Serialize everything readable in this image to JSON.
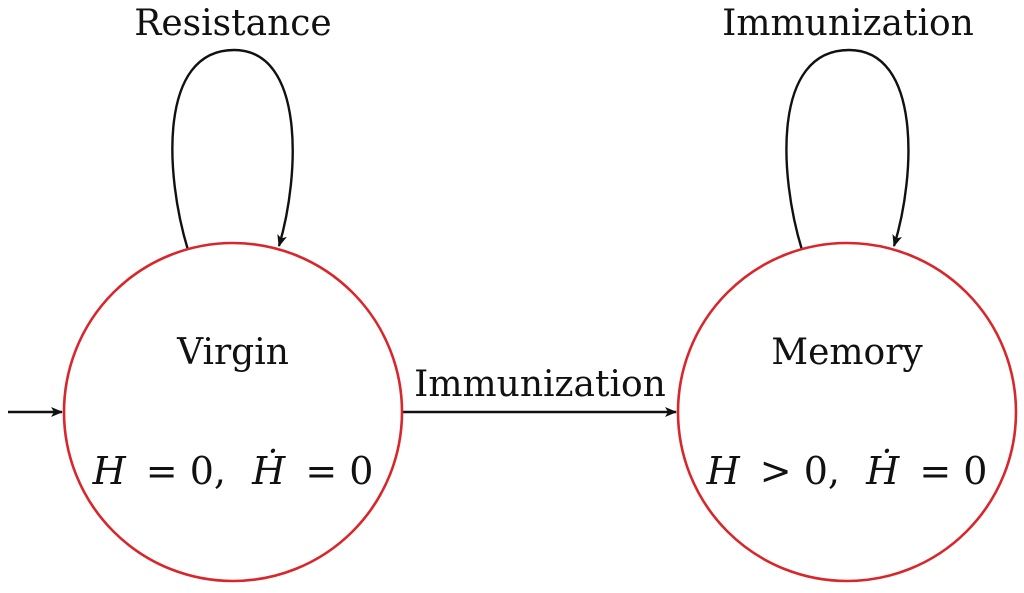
{
  "colors": {
    "state_border": "#d9262b",
    "edge": "#111111",
    "text": "#111111"
  },
  "states": {
    "virgin": {
      "name": "Virgin",
      "condition_h": "H",
      "condition_h_rel": "= 0,",
      "condition_hdot": "Ḣ",
      "condition_hdot_rel": "= 0",
      "self_loop_label": "Resistance"
    },
    "memory": {
      "name": "Memory",
      "condition_h": "H",
      "condition_h_rel": "> 0,",
      "condition_hdot": "Ḣ",
      "condition_hdot_rel": "= 0",
      "self_loop_label": "Immunization"
    }
  },
  "transitions": {
    "virgin_to_memory": "Immunization"
  }
}
